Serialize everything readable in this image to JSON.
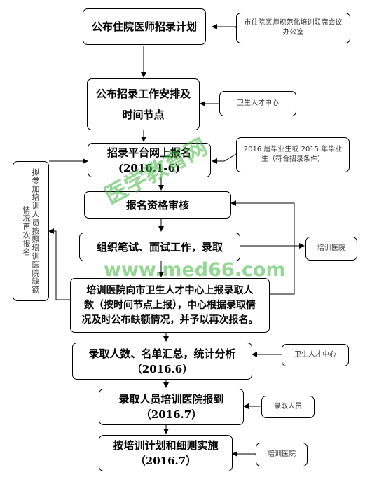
{
  "main_steps": [
    {
      "line1": "公布住院医师招录计划",
      "line2": ""
    },
    {
      "line1": "公布招录工作安排及",
      "line2": "时间节点"
    },
    {
      "line1": "招录平台网上报名",
      "line2": "(2016.1-6)"
    },
    {
      "line1": "报名资格审核",
      "line2": ""
    },
    {
      "line1": "组织笔试、面试工作，录取",
      "line2": ""
    },
    {
      "line1": "培训医院向市卫生人才中心上报录取人",
      "line2": "数（按时间节点上报），中心根据录取情",
      "line3": "况及时公布缺额情况，并予以再次报名。"
    },
    {
      "line1": "录取人数、名单汇总，统计分析",
      "line2": "（2016.6）"
    },
    {
      "line1": "录取人员培训医院报到",
      "line2": "（2016.7）"
    },
    {
      "line1": "按培训计划和细则实施",
      "line2": "（2016.7）"
    }
  ],
  "side_notes": {
    "office": "市住院医师规范化培训联席会议办公室",
    "talent_center_1": "卫生人才中心",
    "graduates": "2016 届毕业生或 2015 年毕业生（符合招录条件）",
    "training_hospital_1": "培训医院",
    "talent_center_2": "卫生人才中心",
    "admitted": "录取人员",
    "training_hospital_2": "培训医院"
  },
  "left_note": "拟参加培训人员按照培训医院缺额情况再次报名",
  "watermark": {
    "text1": "医学教育网",
    "text2": "www.med66.com"
  }
}
